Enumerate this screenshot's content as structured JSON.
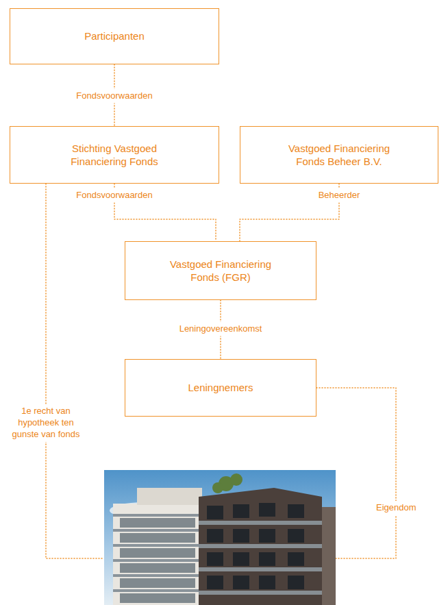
{
  "diagram": {
    "nodes": [
      {
        "text": [
          "Participanten"
        ]
      },
      {
        "text": [
          "Stichting Vastgoed Financiering Fonds"
        ]
      },
      {
        "text": [
          "Vastgoed Financiering Fonds Beheer B.V."
        ]
      },
      {
        "text": [
          "Vastgoed Financiering Fonds (FGR)"
        ]
      },
      {
        "text": [
          "Leningnemers"
        ]
      }
    ],
    "edges": [
      {
        "from": 0,
        "to": 1,
        "label": "Fondsvoorwaarden",
        "arrow": "none"
      },
      {
        "from": 1,
        "to": 3,
        "label": "Fondsvoorwaarden",
        "arrow": "none"
      },
      {
        "from": 2,
        "to": 3,
        "label": "Beheerder",
        "arrow": "none"
      },
      {
        "from": 3,
        "to": 4,
        "label": "Leningovereenkomst",
        "arrow": "none"
      }
    ],
    "labels": [
      "1e recht van hypotheek ten gunste van fonds",
      "Eigendom"
    ]
  }
}
